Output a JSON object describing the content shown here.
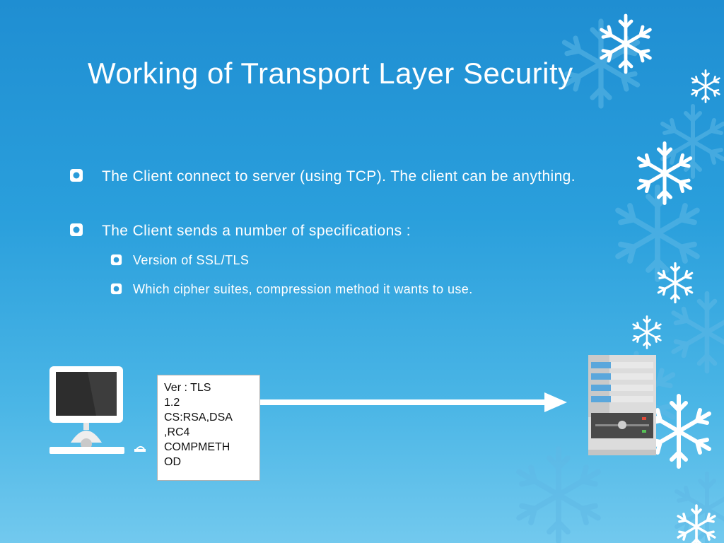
{
  "slide": {
    "title": "Working of Transport Layer Security",
    "bullets": [
      "The Client connect to server (using TCP). The client can be anything.",
      "The Client sends a number of specifications :"
    ],
    "sub_bullets": [
      "Version of SSL/TLS",
      "Which cipher suites, compression method it wants to use."
    ],
    "message_lines": [
      "Ver : TLS",
      "1.2",
      "CS:RSA,DSA",
      ",RC4",
      "COMPMETH",
      "OD"
    ]
  },
  "colors": {
    "background_top": "#1f8ed2",
    "background_bottom": "#72c9ee",
    "text": "#ffffff",
    "arrow": "#ffffff"
  },
  "icons": [
    "snowflake-icon",
    "bullet-icon",
    "computer-icon",
    "server-icon",
    "arrow-icon"
  ]
}
